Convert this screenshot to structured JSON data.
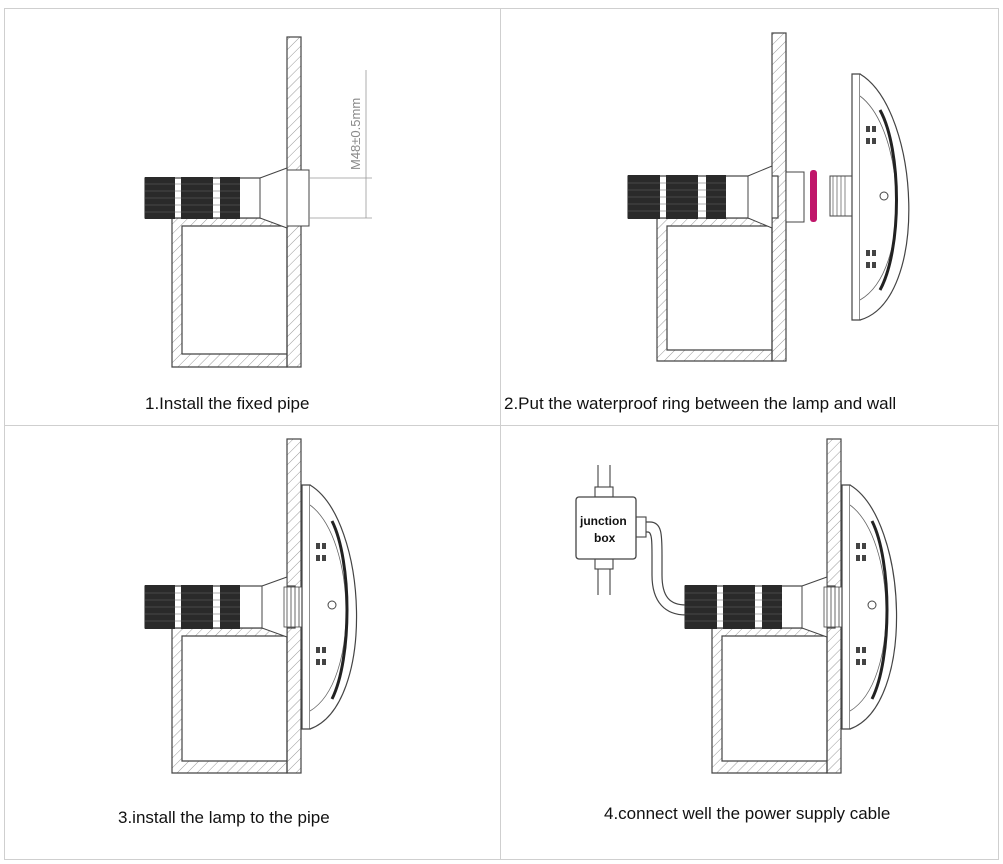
{
  "steps": [
    {
      "caption": "1.Install the fixed pipe"
    },
    {
      "caption": "2.Put the waterproof ring between the lamp and wall"
    },
    {
      "caption": "3.install the lamp to the pipe"
    },
    {
      "caption": "4.connect well the power supply cable"
    }
  ],
  "labels": {
    "dimension": "M48±0.5mm",
    "junction_box_line1": "junction",
    "junction_box_line2": "box"
  },
  "colors": {
    "line": "#444444",
    "hatch": "#9a9a9a",
    "pipe_thread": "#333333",
    "ring": "#c0166a",
    "frame": "#cfcfcf"
  }
}
